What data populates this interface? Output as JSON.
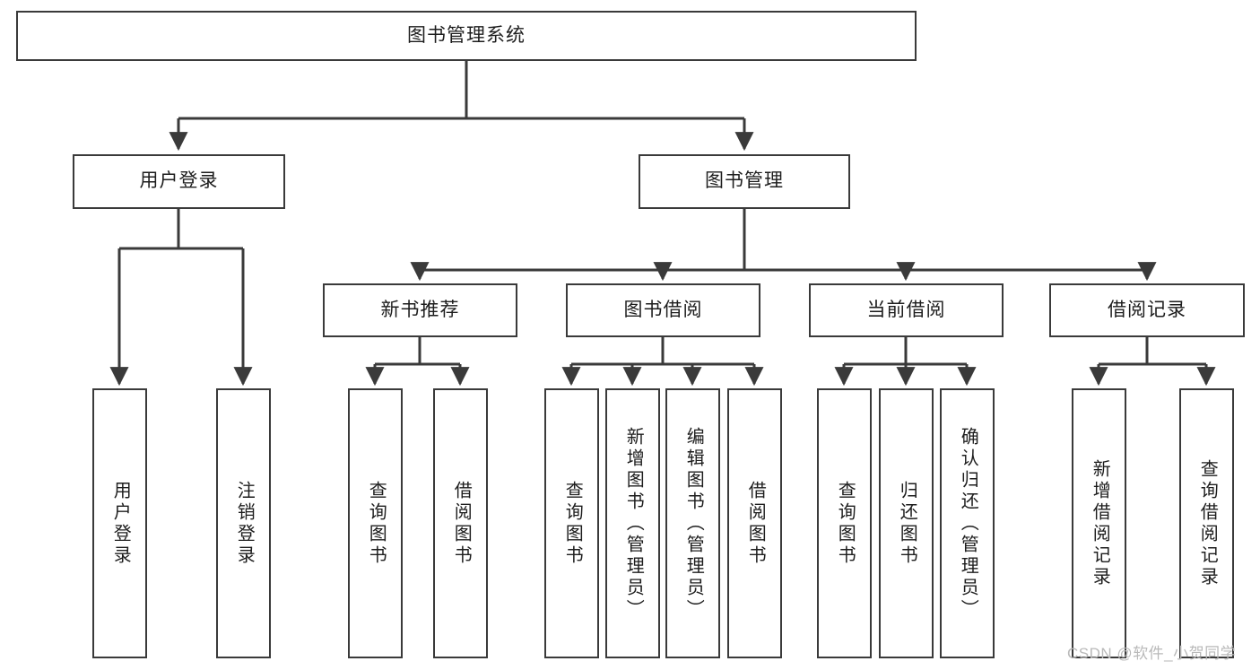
{
  "diagram": {
    "title": "图书管理系统",
    "type": "hierarchy-tree",
    "root": {
      "id": "root",
      "label": "图书管理系统"
    },
    "level2": [
      {
        "id": "user-login",
        "label": "用户登录"
      },
      {
        "id": "book-manage",
        "label": "图书管理"
      }
    ],
    "level3": [
      {
        "id": "new-book-recommend",
        "label": "新书推荐",
        "parent": "book-manage"
      },
      {
        "id": "book-borrow",
        "label": "图书借阅",
        "parent": "book-manage"
      },
      {
        "id": "current-borrow",
        "label": "当前借阅",
        "parent": "book-manage"
      },
      {
        "id": "borrow-record",
        "label": "借阅记录",
        "parent": "book-manage"
      }
    ],
    "leaves": [
      {
        "id": "leaf-user-login",
        "label": "用户登录",
        "parent": "user-login"
      },
      {
        "id": "leaf-logout",
        "label": "注销登录",
        "parent": "user-login"
      },
      {
        "id": "leaf-query-book-1",
        "label": "查询图书",
        "parent": "new-book-recommend"
      },
      {
        "id": "leaf-borrow-book-1",
        "label": "借阅图书",
        "parent": "new-book-recommend"
      },
      {
        "id": "leaf-query-book-2",
        "label": "查询图书",
        "parent": "book-borrow"
      },
      {
        "id": "leaf-add-book",
        "label": "新增图书（管理员）",
        "parent": "book-borrow"
      },
      {
        "id": "leaf-edit-book",
        "label": "编辑图书（管理员）",
        "parent": "book-borrow"
      },
      {
        "id": "leaf-borrow-book-2",
        "label": "借阅图书",
        "parent": "book-borrow"
      },
      {
        "id": "leaf-query-book-3",
        "label": "查询图书",
        "parent": "current-borrow"
      },
      {
        "id": "leaf-return-book",
        "label": "归还图书",
        "parent": "current-borrow"
      },
      {
        "id": "leaf-confirm-return",
        "label": "确认归还（管理员）",
        "parent": "current-borrow"
      },
      {
        "id": "leaf-add-record",
        "label": "新增借阅记录",
        "parent": "borrow-record"
      },
      {
        "id": "leaf-query-record",
        "label": "查询借阅记录",
        "parent": "borrow-record"
      }
    ]
  },
  "watermark": {
    "text": "CSDN @软件_小贺同学"
  },
  "colors": {
    "stroke": "#3a3a3a",
    "box_fill": "#ffffff",
    "text": "#1d1d1d",
    "background": "#ffffff",
    "watermark": "#b9b9b9"
  }
}
